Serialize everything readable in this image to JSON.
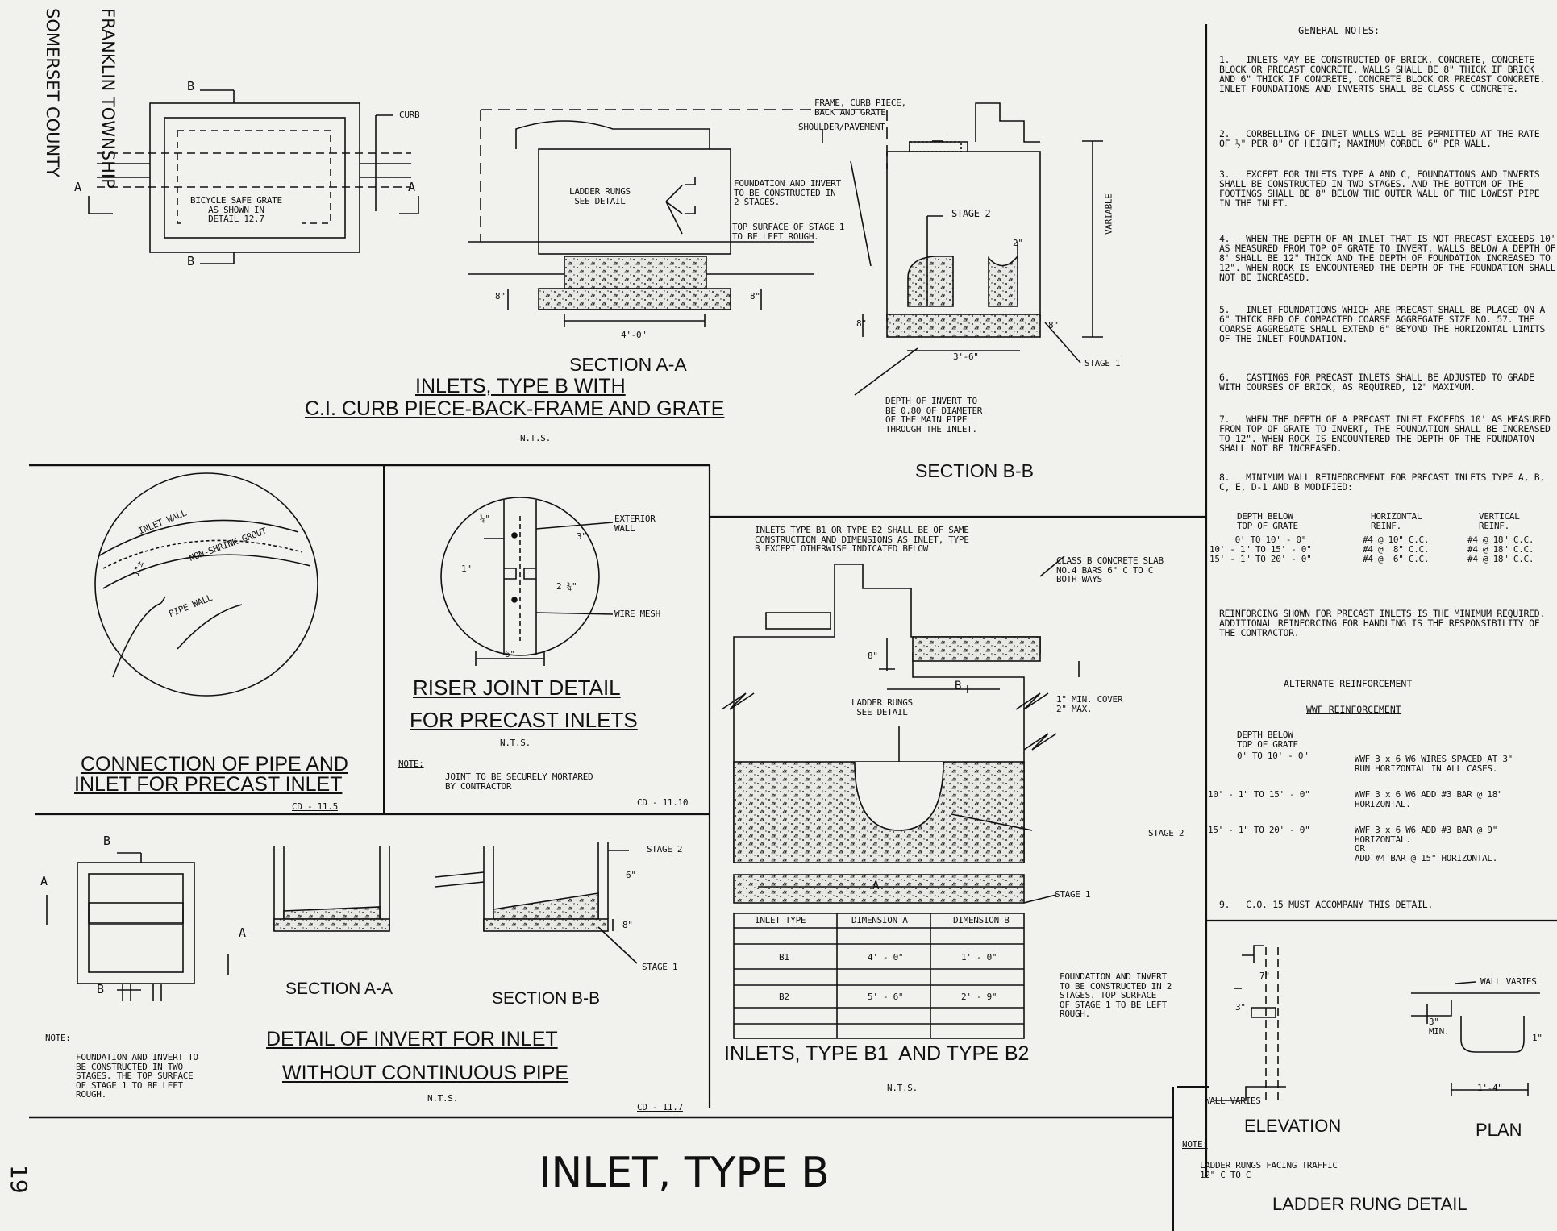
{
  "side": {
    "township": "FRANKLIN TOWNSHIP",
    "county": "SOMERSET COUNTY",
    "page_number": "19"
  },
  "sheet_title": "INLET, TYPE B",
  "typeb": {
    "plan_b_top": "B",
    "plan_b_bottom": "B",
    "plan_a_left": "A",
    "plan_a_right": "A",
    "curb": "CURB",
    "grate_note": "BICYCLE SAFE GRATE\nAS SHOWN IN\nDETAIL 12.7",
    "frame_note": "FRAME, CURB PIECE,\nBACK AND GRATE",
    "shoulder": "SHOULDER/PAVEMENT",
    "ladder": "LADDER RUNGS\nSEE DETAIL",
    "foundation": "FOUNDATION AND INVERT\nTO BE CONSTRUCTED IN\n2 STAGES.",
    "top_surface": "TOP SURFACE OF STAGE 1\nTO BE LEFT ROUGH.",
    "dim_8a": "8\"",
    "dim_8b": "8\"",
    "dim_width": "4'-0\"",
    "section_aa": "SECTION A-A",
    "title_line1": "INLETS, TYPE B WITH",
    "title_line2": "C.I. CURB PIECE-BACK-FRAME AND GRATE",
    "nts": "N.T.S.",
    "stage2": "STAGE 2",
    "stage1": "STAGE 1",
    "variable": "VARIABLE",
    "dim_2": "2\"",
    "dim_8c": "8\"",
    "dim_8d": "8\"",
    "dim_36": "3'-6\"",
    "depth_note": "DEPTH OF INVERT TO\nBE 0.80 OF DIAMETER\nOF THE MAIN PIPE\nTHROUGH THE INLET.",
    "section_bb": "SECTION B-B"
  },
  "notes": {
    "heading": "GENERAL NOTES:",
    "items": [
      "1.   INLETS MAY BE CONSTRUCTED OF BRICK, CONCRETE, CONCRETE BLOCK OR PRECAST CONCRETE. WALLS SHALL BE 8\" THICK IF BRICK AND 6\" THICK IF CONCRETE, CONCRETE BLOCK OR PRECAST CONCRETE. INLET FOUNDATIONS AND INVERTS SHALL BE CLASS C CONCRETE.",
      "2.   CORBELLING OF INLET WALLS WILL BE PERMITTED AT THE RATE OF ½\" PER 8\" OF HEIGHT; MAXIMUM CORBEL 6\" PER WALL.",
      "3.   EXCEPT FOR INLETS TYPE A AND C, FOUNDATIONS AND INVERTS SHALL BE CONSTRUCTED IN TWO STAGES. AND THE BOTTOM OF THE FOOTINGS SHALL BE 8\" BELOW THE OUTER WALL OF THE LOWEST PIPE IN THE INLET.",
      "4.   WHEN THE DEPTH OF AN INLET THAT IS NOT PRECAST EXCEEDS 10' AS MEASURED FROM TOP OF GRATE TO INVERT, WALLS BELOW A DEPTH OF 8' SHALL BE 12\" THICK AND THE DEPTH OF FOUNDATION INCREASED TO 12\". WHEN ROCK IS ENCOUNTERED THE DEPTH OF THE FOUNDATION SHALL NOT BE INCREASED.",
      "5.   INLET FOUNDATIONS WHICH ARE PRECAST SHALL BE PLACED ON A 6\" THICK BED OF COMPACTED COARSE AGGREGATE SIZE NO. 57. THE COARSE AGGREGATE SHALL EXTEND 6\" BEYOND THE HORIZONTAL LIMITS OF THE INLET FOUNDATION.",
      "6.   CASTINGS FOR PRECAST INLETS SHALL BE ADJUSTED TO GRADE WITH COURSES OF BRICK, AS REQUIRED, 12\" MAXIMUM.",
      "7.   WHEN THE DEPTH OF A PRECAST INLET EXCEEDS 10' AS MEASURED FROM TOP OF GRATE TO INVERT, THE FOUNDATION SHALL BE INCREASED TO 12\". WHEN ROCK IS ENCOUNTERED THE DEPTH OF THE FOUNDATON SHALL NOT BE INCREASED.",
      "8.   MINIMUM WALL REINFORCEMENT FOR PRECAST INLETS TYPE A, B, C, E, D-1 AND B MODIFIED:"
    ],
    "reinf_headers": [
      "DEPTH BELOW\nTOP OF GRATE",
      "HORIZONTAL\nREINF.",
      "VERTICAL\nREINF."
    ],
    "reinf_rows": [
      [
        "     0' TO 10' - 0\"",
        "#4 @ 10\" C.C.",
        "#4 @ 18\" C.C."
      ],
      [
        "10' - 1\" TO 15' - 0\"",
        "#4 @  8\" C.C.",
        "#4 @ 18\" C.C."
      ],
      [
        "15' - 1\" TO 20' - 0\"",
        "#4 @  6\" C.C.",
        "#4 @ 18\" C.C."
      ]
    ],
    "reinf_shown": "REINFORCING SHOWN FOR PRECAST INLETS IS THE MINIMUM REQUIRED. ADDITIONAL REINFORCING FOR HANDLING IS THE RESPONSIBILITY OF THE CONTRACTOR.",
    "alt_heading": "ALTERNATE REINFORCEMENT",
    "wwf_heading": "WWF REINFORCEMENT",
    "wwf_depth": "DEPTH BELOW\nTOP OF GRATE",
    "wwf_rows": [
      [
        "0' TO 10' - 0\"",
        "WWF 3 x 6 W6 WIRES SPACED AT 3\"\nRUN HORIZONTAL IN ALL CASES."
      ],
      [
        "10' - 1\" TO 15' - 0\"",
        "WWF 3 x 6 W6 ADD #3 BAR @ 18\"\nHORIZONTAL."
      ],
      [
        "15' - 1\" TO 20' - 0\"",
        "WWF 3 x 6 W6 ADD #3 BAR @ 9\"\nHORIZONTAL.\nOR\nADD #4 BAR @ 15\" HORIZONTAL."
      ]
    ],
    "item9": "9.   C.O. 15 MUST ACCOMPANY THIS DETAIL."
  },
  "connection": {
    "inlet_wall": "INLET WALL",
    "grout": "NON-SHRINK GROUT",
    "grout_width": "1\"±",
    "pipe_wall": "PIPE WALL",
    "title1": "CONNECTION OF PIPE AND",
    "title2": "INLET FOR PRECAST INLET",
    "code": "CD - 11.5"
  },
  "riser": {
    "quarter": "¼\"",
    "three": "3\"",
    "one": "1\"",
    "two_three_q": "2 ¾\"",
    "six": "6\"",
    "exterior": "EXTERIOR\nWALL",
    "wire": "WIRE MESH",
    "title1": "RISER JOINT DETAIL",
    "title2": "FOR PRECAST INLETS",
    "nts": "N.T.S.",
    "note_label": "NOTE:",
    "note": "JOINT TO BE SECURELY MORTARED\nBY CONTRACTOR",
    "code": "CD - 11.10"
  },
  "b1b2": {
    "intro": "INLETS TYPE B1 OR TYPE B2 SHALL BE OF SAME\nCONSTRUCTION AND DIMENSIONS AS INLET, TYPE\nB EXCEPT OTHERWISE INDICATED BELOW",
    "slab": "CLASS B CONCRETE SLAB\nNO.4 BARS 6\" C TO C\nBOTH WAYS",
    "dim_8": "8\"",
    "b": "B",
    "cover": "1\" MIN. COVER\n2\" MAX.",
    "ladder": "LADDER RUNGS\nSEE DETAIL",
    "stage2": "STAGE 2",
    "stage1": "STAGE 1",
    "a": "A",
    "table_headers": [
      "INLET TYPE",
      "DIMENSION A",
      "DIMENSION B"
    ],
    "table_rows": [
      [
        "B1",
        "4' - 0\"",
        "1' - 0\""
      ],
      [
        "B2",
        "5' - 6\"",
        "2' - 9\""
      ]
    ],
    "foundation": "FOUNDATION AND INVERT\nTO BE CONSTRUCTED IN 2\nSTAGES. TOP SURFACE\nOF STAGE 1 TO BE LEFT\nROUGH.",
    "title": "INLETS, TYPE B1  AND TYPE B2",
    "nts": "N.T.S."
  },
  "invert": {
    "b_top": "B",
    "b_bottom": "B",
    "a_left": "A",
    "a_right": "A",
    "stage2": "STAGE 2",
    "stage1": "STAGE 1",
    "dim_6": "6\"",
    "dim_8": "8\"",
    "section_aa": "SECTION A-A",
    "section_bb": "SECTION B-B",
    "note_label": "NOTE:",
    "note": "FOUNDATION AND INVERT TO\nBE CONSTRUCTED IN TWO\nSTAGES. THE TOP SURFACE\nOF STAGE 1 TO BE LEFT\nROUGH.",
    "title1": "DETAIL OF INVERT FOR INLET",
    "title2": "WITHOUT CONTINUOUS PIPE",
    "nts": "N.T.S.",
    "code": "CD - 11.7"
  },
  "ladder": {
    "seven": "7\"",
    "three_a": "3\"",
    "three_min": "3\"\nMIN.",
    "one_a": "1\"",
    "wall_varies_top": "WALL VARIES",
    "wall_varies_bottom": "WALL VARIES",
    "spacing": "1'-4\"",
    "elevation": "ELEVATION",
    "plan": "PLAN",
    "note_label": "NOTE:",
    "note": "LADDER RUNGS FACING TRAFFIC\n12\" C TO C",
    "title": "LADDER RUNG DETAIL"
  }
}
